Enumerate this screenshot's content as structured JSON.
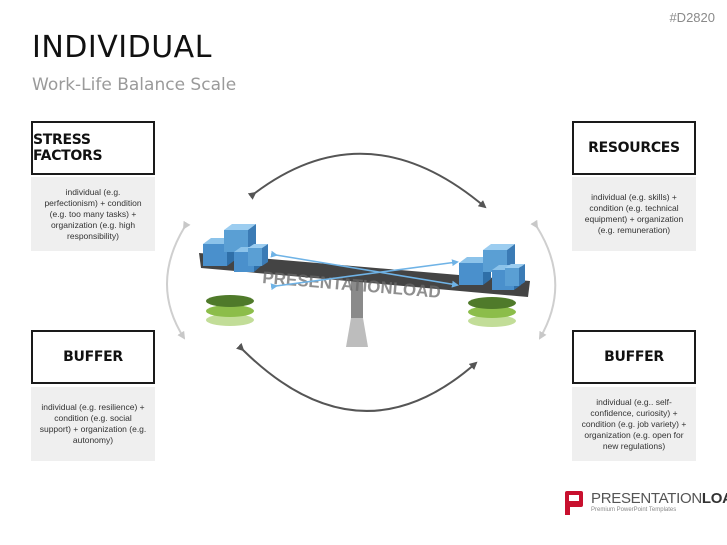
{
  "header": {
    "slide_id": "#D2820",
    "title": "INDIVIDUAL",
    "subtitle": "Work-Life Balance Scale"
  },
  "quadrants": {
    "top_left": {
      "label": "STRESS FACTORS",
      "description": "individual (e.g. perfectionism) + condition (e.g. too many tasks) + organization (e.g. high responsibility)"
    },
    "top_right": {
      "label": "RESOURCES",
      "description": "individual (e.g. skills) + condition (e.g. technical equipment) + organization (e.g. remuneration)"
    },
    "bottom_left": {
      "label": "BUFFER",
      "description": "individual (e.g. resilience) + condition (e.g. social support) + organization (e.g. autonomy)"
    },
    "bottom_right": {
      "label": "BUFFER",
      "description": "individual (e.g.. self-confidence, curiosity) + condition (e.g. job variety) + organization (e.g. open for new regulations)"
    }
  },
  "watermark": "PRESENTATIONLOAD",
  "logo": {
    "name_light": "PRESENTATION",
    "name_bold": "LOAD",
    "tagline": "Premium PowerPoint Templates"
  },
  "colors": {
    "box_blue": "#5a9fd4",
    "box_blue_dark": "#3b7bb5",
    "box_blue_light": "#8cc3ea",
    "beam": "#444444",
    "arrow_dark": "#555555",
    "arrow_light": "#cccccc",
    "disc_dark": "#4f7a2a",
    "disc_mid": "#8cbd4a",
    "disc_light": "#bfdc94",
    "logo_red": "#c8102e"
  },
  "icons": {
    "scale": "seesaw-scale-icon",
    "boxes": "stacked-boxes-icon"
  }
}
